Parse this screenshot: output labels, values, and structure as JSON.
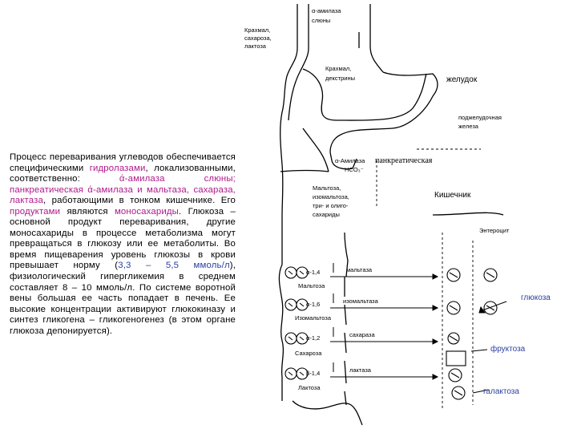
{
  "paragraph": {
    "t1": "Процесс переваривания углеводов обеспечивается специфическими ",
    "h1": "гидролазами",
    "t2": ", локализованными, соответственно: ",
    "h2": "ά-амилаза слюны; панкреатическая ά-амилаза и мальтаза, сахараза, лактаза",
    "t3": ", работающими в тонком кишечнике. Его ",
    "h3": "продуктами",
    "t4": " являются ",
    "h4": "моносахариды",
    "t5": ". Глюкоза – основной продукт переваривания, другие моносахариды в процессе метаболизма могут превращаться в глюкозу или ее метаболиты. Во время пищеварения уровень глюкозы в крови превышает норму (",
    "b1": "3,3 – 5,5 ммоль/л",
    "t6": "), физиологический гипергликемия в среднем составляет 8 – 10 ммоль/л. По системе воротной вены большая ее часть попадает в печень. Ее высокие концентрации активируют глюкокиназу и синтез гликогена – гликогеногенез (в этом органе глюкоза депонируется)."
  },
  "diagram": {
    "starch_top": [
      "Крахмал,",
      "сахароза,",
      "лактоза"
    ],
    "salivary_amylase": [
      "α-амилаза",
      "слюны"
    ],
    "starch_dextrins": [
      "Крахмал,",
      "декстрины"
    ],
    "stomach": "желудок",
    "pancreas": [
      "поджелудочная",
      "железа"
    ],
    "pancreatic_amylase": "α-Амилаза",
    "pancreatic_word": "панкреатическая",
    "hco3": "HCO₃⁻",
    "intestine_products": [
      "Мальтоза,",
      "изомальтоза,",
      "три- и олиго-",
      "сахариды"
    ],
    "intestine": "Кишечник",
    "enterocyte": "Энтероцит",
    "bonds": [
      "α-1,4",
      "α-1,6",
      "α-1,2",
      "β-1,4"
    ],
    "substrates": [
      "Мальтоза",
      "Изомальтоза",
      "Сахароза",
      "Лактоза"
    ],
    "enzymes": [
      "мальтаза",
      "изомальтаза",
      "сахараза",
      "лактаза"
    ],
    "products": [
      "глюкоза",
      "фруктоза",
      "галактоза"
    ]
  }
}
